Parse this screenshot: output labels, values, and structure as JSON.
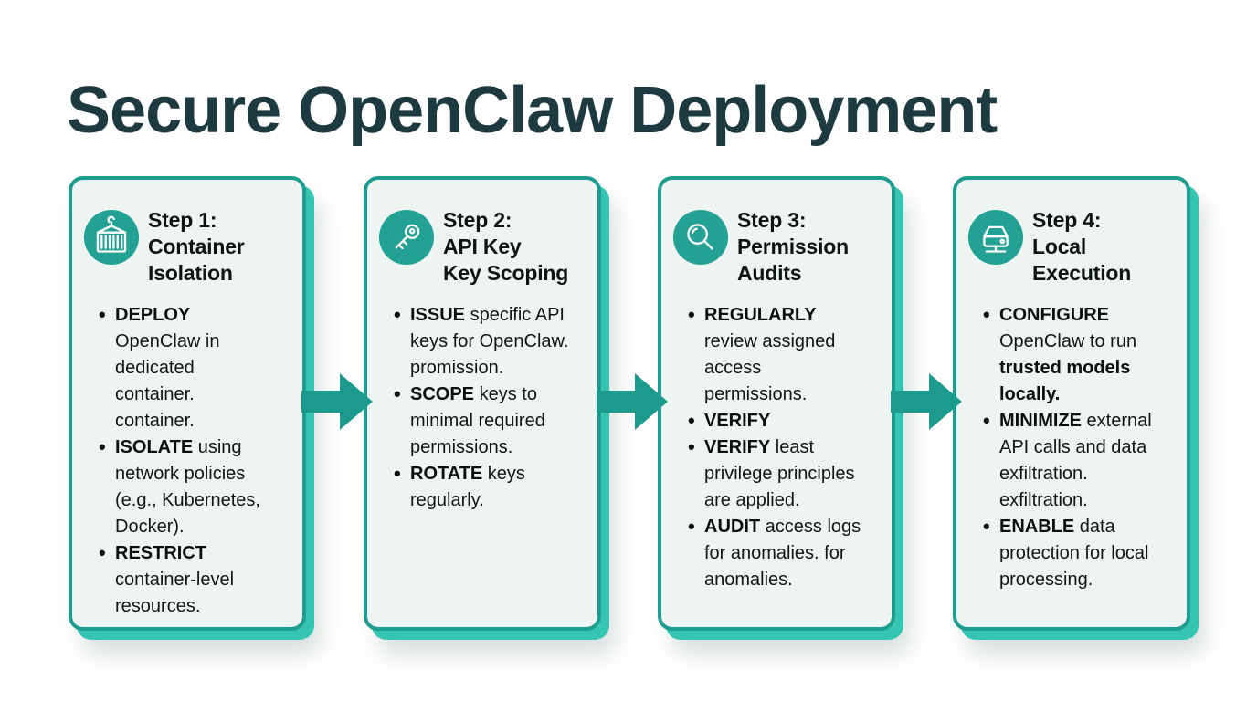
{
  "title": "Secure OpenClaw Deployment",
  "colors": {
    "accent_teal": "#1f9c90",
    "shadow_turquoise": "#35c5b0",
    "icon_circle_teal": "#23a195",
    "arrow_teal": "#1b9a8d",
    "card_background": "#edf4f2",
    "title_color": "#1d3a41",
    "body_text": "#101616"
  },
  "steps": [
    {
      "icon": "container-icon",
      "title_lines": [
        "Step 1:",
        "Container",
        "Isolation"
      ],
      "bullets": [
        {
          "lead": "DEPLOY",
          "rest": " OpenClaw in dedicated container. container."
        },
        {
          "lead": "ISOLATE",
          "rest": " using network policies (e.g., Kubernetes, Docker)."
        },
        {
          "lead": "RESTRICT",
          "rest": " container-level resources."
        }
      ]
    },
    {
      "icon": "key-icon",
      "title_lines": [
        "Step 2:",
        "API Key",
        "Key Scoping"
      ],
      "bullets": [
        {
          "lead": "ISSUE",
          "rest": " specific API keys for OpenClaw. promission."
        },
        {
          "lead": "SCOPE",
          "rest": " keys to minimal required permissions."
        },
        {
          "lead": "ROTATE",
          "rest": " keys regularly."
        }
      ]
    },
    {
      "icon": "magnifier-icon",
      "title_lines": [
        "Step 3:",
        "Permission",
        "Audits"
      ],
      "bullets": [
        {
          "lead": "REGULARLY",
          "rest": " review assigned access permissions."
        },
        {
          "lead": "VERIFY",
          "rest": ""
        },
        {
          "lead": "VERIFY",
          "rest": " least privilege principles are applied."
        },
        {
          "lead": "AUDIT",
          "rest": " access logs for anomalies. for anomalies."
        }
      ]
    },
    {
      "icon": "computer-icon",
      "title_lines": [
        "Step 4:",
        "Local",
        "Execution"
      ],
      "bullets": [
        {
          "lead": "CONFIGURE",
          "rest": " OpenClaw to run ",
          "bold_tail": "trusted models locally."
        },
        {
          "lead": "MINIMIZE",
          "rest": " external API calls and data exfiltration. exfiltration."
        },
        {
          "lead": "ENABLE",
          "rest": " data protection for local processing."
        }
      ]
    }
  ]
}
